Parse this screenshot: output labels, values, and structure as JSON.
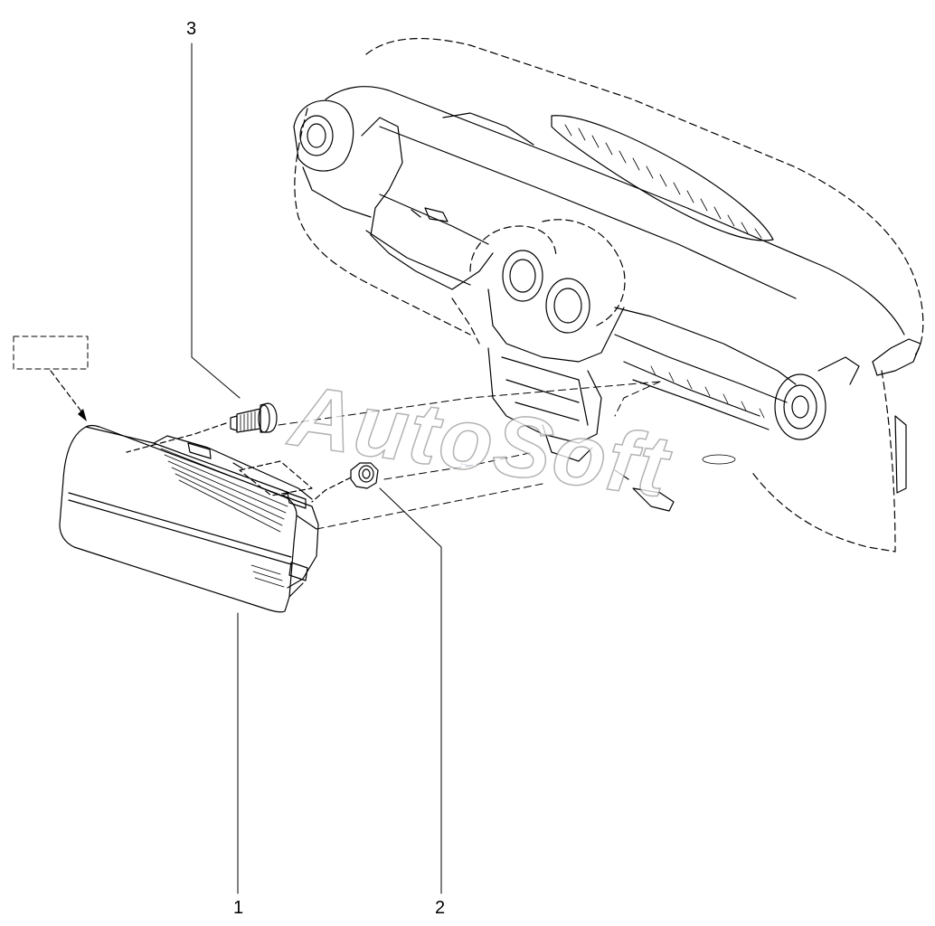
{
  "callouts": {
    "part1": "1",
    "part2": "2",
    "part3": "3"
  },
  "watermark": "AutoSoft"
}
